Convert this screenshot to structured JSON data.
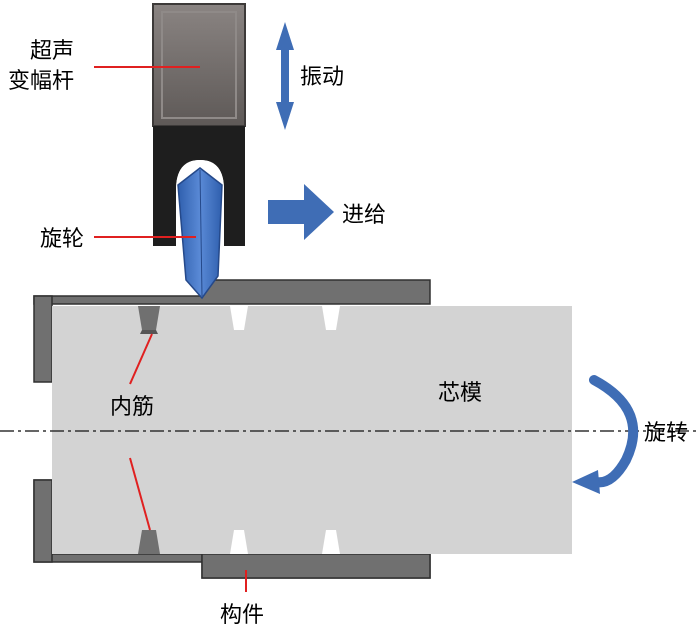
{
  "labels": {
    "horn": [
      "超声",
      "变幅杆"
    ],
    "vibration": "振动",
    "feed": "进给",
    "roller": "旋轮",
    "inner_rib": "内筋",
    "mandrel": "芯模",
    "rotation": "旋转",
    "component": "构件"
  },
  "colors": {
    "horn_body": "#6b6664",
    "holder": "#1e1e1e",
    "roller": "#4a78c4",
    "arrow": "#3f6db5",
    "workpiece": "#707070",
    "mandrel": "#d3d3d3",
    "leader": "#e02020",
    "axis": "#333333"
  },
  "icons": {
    "vibration": "double-headed-vertical-arrow",
    "feed": "right-arrow",
    "rotation": "curved-rotation-arrow"
  }
}
